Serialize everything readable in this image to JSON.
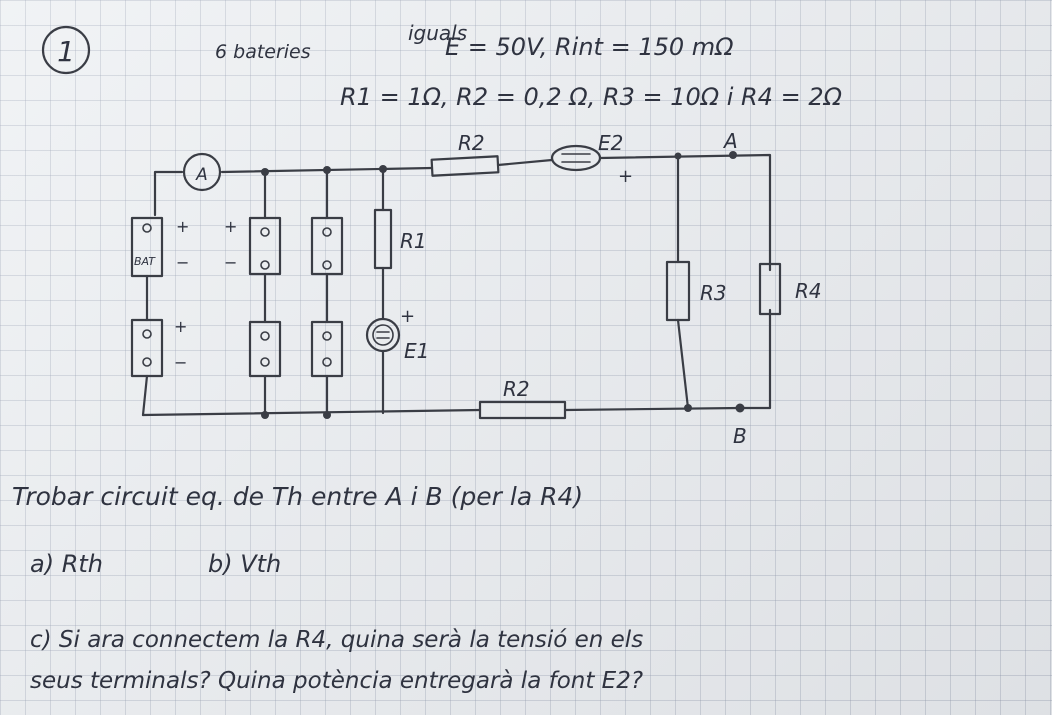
{
  "problem": {
    "number": "1",
    "line1_batteries": "6 bateries",
    "line1_iguals": "iguals",
    "line1_values": "E = 50V, Rint = 150 mΩ",
    "line2_resistors": "R1 = 1Ω, R2 = 0,2 Ω, R3 = 10Ω i R4 = 2Ω"
  },
  "circuit": {
    "label_R2_top": "R2",
    "label_E2": "E2",
    "label_E2_plus": "+",
    "label_A": "A",
    "label_B": "B",
    "label_R1": "R1",
    "label_E1": "E1",
    "label_E1_plus": "+",
    "label_R3": "R3",
    "label_R4": "R4",
    "label_R2_bottom": "R2",
    "label_bat": "BAT",
    "ammeter": "A",
    "plus": "+",
    "minus": "−"
  },
  "questions": {
    "statement": "Trobar circuit eq. de Th entre A i B (per la R4)",
    "a": "a) Rth",
    "b": "b) Vth",
    "c_line1": "c) Si ara connectem la R4, quina serà la tensió en els",
    "c_line2": "seus terminals? Quina potència entregarà la font E2?"
  }
}
